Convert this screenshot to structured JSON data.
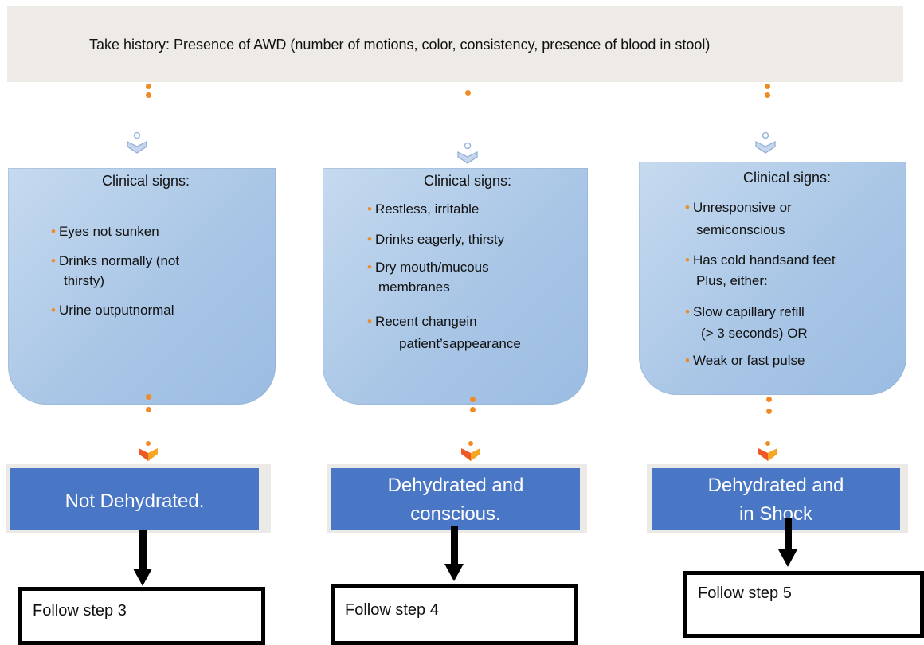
{
  "history": {
    "text": "Take history:  Presence of AWD (number of motions, color, consistency, presence of blood in stool)"
  },
  "columns": [
    {
      "signs_title": "Clinical signs:",
      "signs": [
        "Eyes  not sunken",
        "Drinks  normally (not",
        "thirsty)",
        "Urine  outputnormal"
      ],
      "outcome": [
        "Not Dehydrated."
      ],
      "step": "Follow step 3"
    },
    {
      "signs_title": "Clinical  signs:",
      "signs": [
        "Restless, irritable",
        "Drinks  eagerly,  thirsty",
        "Dry  mouth/mucous",
        "membranes",
        "Recent changein",
        "patient’sappearance"
      ],
      "outcome": [
        "Dehydrated and",
        "conscious."
      ],
      "step": "Follow step 4"
    },
    {
      "signs_title": "Clinical signs:",
      "signs": [
        "Unresponsive or",
        "semiconscious",
        "Has cold handsand feet",
        "Plus,  either:",
        "Slow  capillary refill",
        "(>  3  seconds) OR",
        "Weak  or  fast  pulse"
      ],
      "outcome": [
        "Dehydrated and",
        "in Shock"
      ],
      "step": "Follow step 5"
    }
  ],
  "colors": {
    "history_bg": "#eeebe6",
    "connector_dot": "#f08a24",
    "outcome_bg": "#4a76c6",
    "card_gradient_light": "#c6daef",
    "card_gradient_dark": "#9bbce2"
  },
  "icons": {
    "top_connector": "light-blue-chevron-icon",
    "bottom_connector": "orange-red-chevron-icon"
  }
}
